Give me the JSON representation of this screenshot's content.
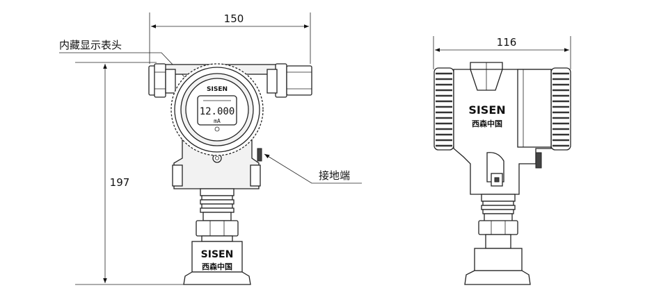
{
  "dimensions": {
    "front_width": "150",
    "height": "197",
    "side_width": "116"
  },
  "callouts": {
    "display_head": "内藏显示表头",
    "ground_terminal": "接地端"
  },
  "branding": {
    "logo_text": "SISEN",
    "chinese_mark": "西森中国"
  },
  "display": {
    "reading": "12.000",
    "unit": "mA"
  }
}
